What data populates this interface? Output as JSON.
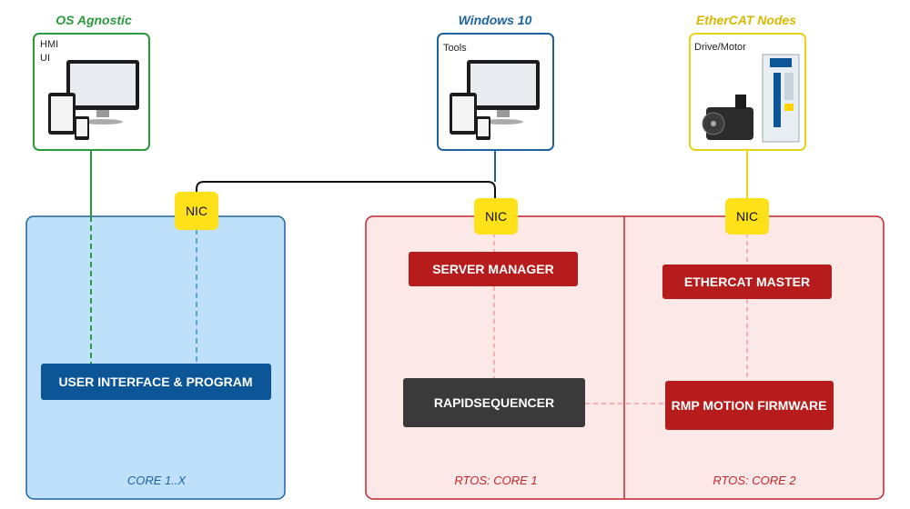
{
  "devices": {
    "hmi": {
      "caption": "OS Agnostic",
      "label_line1": "HMI",
      "label_line2": "UI"
    },
    "tools": {
      "caption": "Windows 10",
      "label": "Tools"
    },
    "drive": {
      "caption": "EtherCAT Nodes",
      "label": "Drive/Motor"
    }
  },
  "nics": {
    "core_x": "NIC",
    "core1": "NIC",
    "core2": "NIC"
  },
  "regions": {
    "core_x": {
      "label": "CORE 1..X"
    },
    "core1": {
      "label": "RTOS: CORE 1"
    },
    "core2": {
      "label": "RTOS: CORE 2"
    }
  },
  "blocks": {
    "user_interface": "USER INTERFACE & PROGRAM",
    "server_manager": "SERVER MANAGER",
    "rapidsequencer": "RAPIDSEQUENCER",
    "ethercat_master": "ETHERCAT MASTER",
    "rmp_motion_firmware": "RMP MOTION FIRMWARE"
  },
  "colors": {
    "hmi_green": "#2a9a3a",
    "windows_blue": "#1e63a0",
    "ethercat_yellow": "#e8d21a",
    "core_x_fill": "#bfe0fb",
    "rtos_fill": "#fde8e8",
    "rtos_border": "#c0272d",
    "block_red": "#b71c1c",
    "block_blue": "#0c5596",
    "block_dark": "#3a3a3a",
    "nic_yellow": "#ffe11a"
  }
}
